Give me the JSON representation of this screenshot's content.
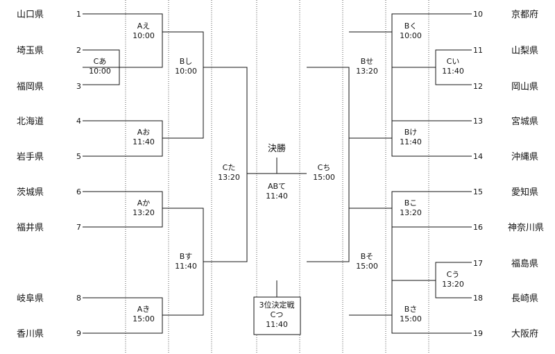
{
  "left_teams": [
    {
      "seed": "1",
      "pref": "山口県"
    },
    {
      "seed": "2",
      "pref": "埼玉県"
    },
    {
      "seed": "3",
      "pref": "福岡県"
    },
    {
      "seed": "4",
      "pref": "北海道"
    },
    {
      "seed": "5",
      "pref": "岩手県"
    },
    {
      "seed": "6",
      "pref": "茨城県"
    },
    {
      "seed": "7",
      "pref": "福井県"
    },
    {
      "seed": "8",
      "pref": "岐阜県"
    },
    {
      "seed": "9",
      "pref": "香川県"
    }
  ],
  "right_teams": [
    {
      "seed": "10",
      "pref": "京都府"
    },
    {
      "seed": "11",
      "pref": "山梨県"
    },
    {
      "seed": "12",
      "pref": "岡山県"
    },
    {
      "seed": "13",
      "pref": "宮城県"
    },
    {
      "seed": "14",
      "pref": "沖縄県"
    },
    {
      "seed": "15",
      "pref": "愛知県"
    },
    {
      "seed": "16",
      "pref": "神奈川県"
    },
    {
      "seed": "17",
      "pref": "福島県"
    },
    {
      "seed": "18",
      "pref": "長崎県"
    },
    {
      "seed": "19",
      "pref": "大阪府"
    }
  ],
  "matches": {
    "c_a": {
      "code": "Cあ",
      "time": "10:00"
    },
    "a_e": {
      "code": "Aえ",
      "time": "10:00"
    },
    "a_o": {
      "code": "Aお",
      "time": "11:40"
    },
    "a_ka": {
      "code": "Aか",
      "time": "13:20"
    },
    "a_ki": {
      "code": "Aき",
      "time": "15:00"
    },
    "b_shi": {
      "code": "Bし",
      "time": "10:00"
    },
    "b_su": {
      "code": "Bす",
      "time": "11:40"
    },
    "c_ta": {
      "code": "Cた",
      "time": "13:20"
    },
    "c_chi": {
      "code": "Cち",
      "time": "15:00"
    },
    "b_se": {
      "code": "Bせ",
      "time": "13:20"
    },
    "b_so": {
      "code": "Bそ",
      "time": "15:00"
    },
    "b_ku": {
      "code": "Bく",
      "time": "10:00"
    },
    "c_i": {
      "code": "Cい",
      "time": "11:40"
    },
    "b_ke": {
      "code": "Bけ",
      "time": "11:40"
    },
    "b_ko": {
      "code": "Bこ",
      "time": "13:20"
    },
    "c_u": {
      "code": "Cう",
      "time": "13:20"
    },
    "b_sa": {
      "code": "Bさ",
      "time": "15:00"
    }
  },
  "final": {
    "label": "決勝",
    "code": "ABて",
    "time": "11:40"
  },
  "third_place": {
    "label": "3位決定戦",
    "code": "Cつ",
    "time": "11:40"
  }
}
